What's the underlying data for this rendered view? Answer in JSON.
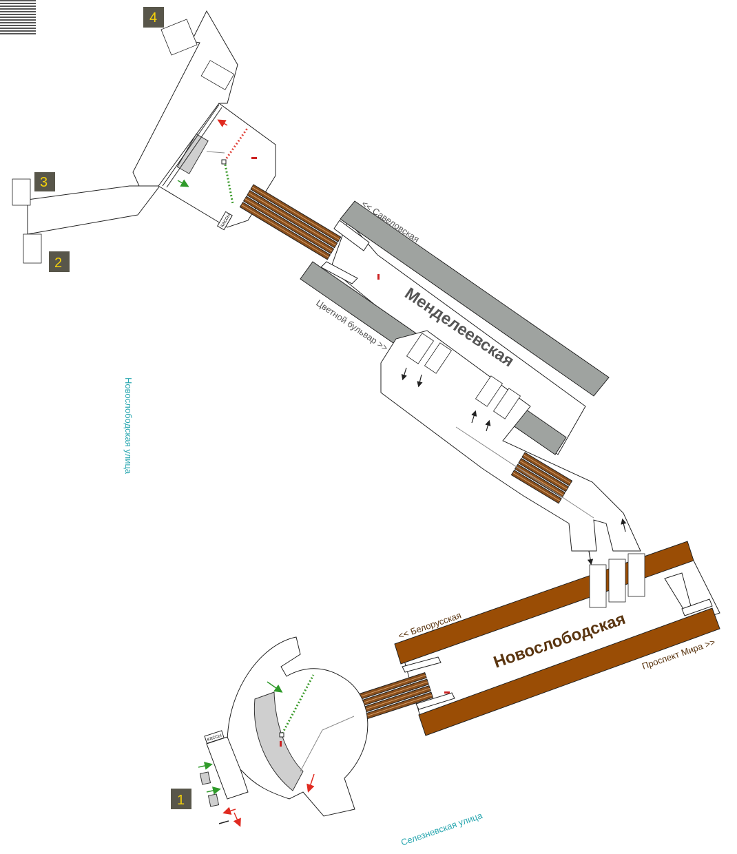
{
  "exits": [
    {
      "number": "4"
    },
    {
      "number": "3"
    },
    {
      "number": "2"
    },
    {
      "number": "1"
    }
  ],
  "stations": {
    "mendeleevskaya": {
      "name": "Менделеевская",
      "dir_north": "<< Савеловская",
      "dir_south": "Цветной бульвар >>",
      "color": "#9fa3a0"
    },
    "novoslobodskaya": {
      "name": "Новослободская",
      "dir_west": "<< Белорусская",
      "dir_east": "Проспект Мира >>",
      "color": "#9a4d05"
    }
  },
  "streets": {
    "novoslobodskaya": "Новослободская улица",
    "seleznevskaya": "Селезневская улица"
  },
  "ticket_office": {
    "label_north": "кассы",
    "label_south": "кассы"
  },
  "legend_icon": "striped-logo-icon"
}
